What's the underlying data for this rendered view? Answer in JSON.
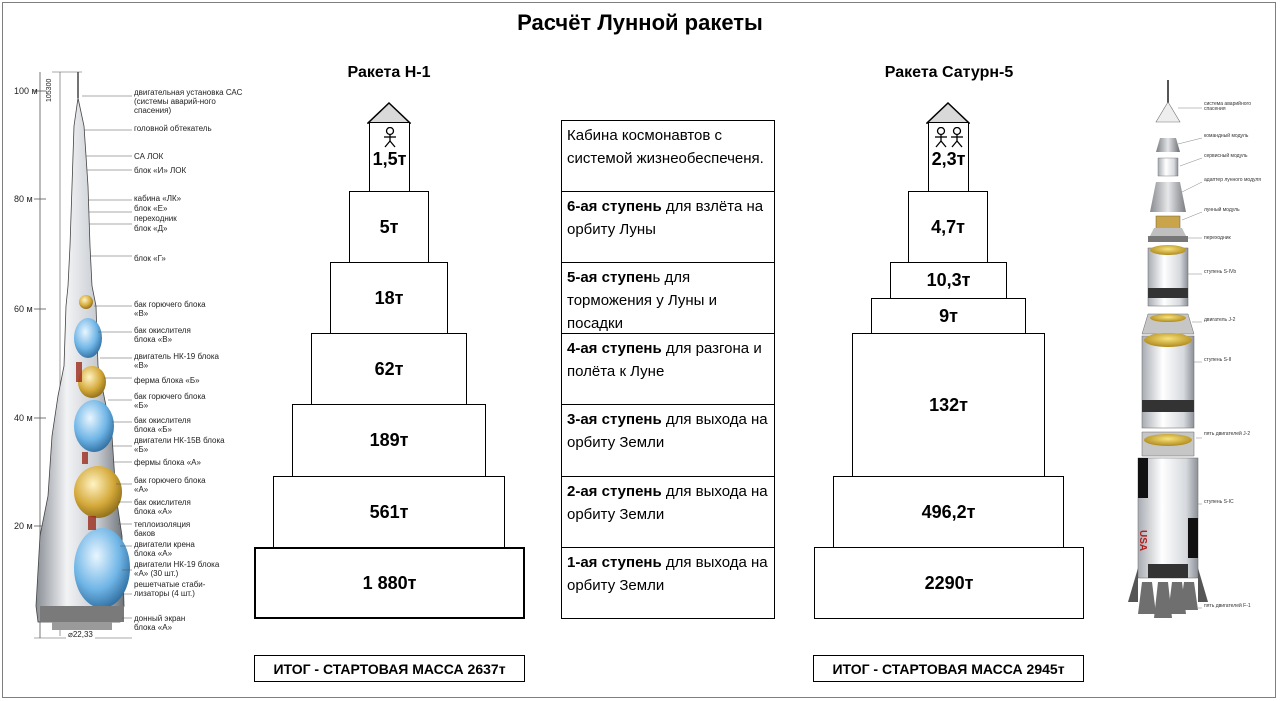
{
  "title": "Расчёт Лунной ракеты",
  "rocket_n1": {
    "name": "Ракета Н-1",
    "stages": [
      "1,5т",
      "5т",
      "18т",
      "62т",
      "189т",
      "561т",
      "1 880т"
    ],
    "total": "ИТОГ - СТАРТОВАЯ МАССА 2637т"
  },
  "rocket_saturn": {
    "name": "Ракета Сатурн-5",
    "stages": [
      "2,3т",
      "4,7т",
      "10,3т",
      "9т",
      "132т",
      "496,2т",
      "2290т"
    ],
    "total": "ИТОГ - СТАРТОВАЯ МАССА 2945т"
  },
  "descriptions": [
    {
      "bold": "",
      "text": "Кабина космонавтов с системой жизнеобеспеченя."
    },
    {
      "bold": "6-ая ступень",
      "text": " для взлёта на орбиту Луны"
    },
    {
      "bold": "5-ая ступен",
      "text": "ь для торможения у Луны и посадки"
    },
    {
      "bold": "4-ая ступень",
      "text": " для разгона и полёта к Луне"
    },
    {
      "bold": "3-ая ступень",
      "text": " для выхода на орбиту Земли"
    },
    {
      "bold": "2-ая ступень",
      "text": " для выхода на орбиту Земли"
    },
    {
      "bold": "1-ая ступень",
      "text": " для выхода на орбиту Земли"
    }
  ],
  "n1_illustration": {
    "height_ticks": [
      "100 м",
      "80 м",
      "60 м",
      "40 м",
      "20 м"
    ],
    "top_dim": "105300",
    "bottom_dim": "⌀22,33",
    "labels": [
      "двигательная установка САС (системы аварий-ного спасения)",
      "головной обтекатель",
      "СА ЛОК",
      "блок «И» ЛОК",
      "кабина «ЛК»",
      "блок «Е»",
      "переходник",
      "блок «Д»",
      "блок «Г»",
      "бак горючего блока «В»",
      "бак окислителя блока «В»",
      "двигатель НК-19 блока «В»",
      "ферма блока «Б»",
      "бак горючего блока «Б»",
      "бак окислителя блока «Б»",
      "двигатели НК-15В блока «Б»",
      "фермы блока «А»",
      "бак горючего блока «А»",
      "бак окислителя блока «А»",
      "теплоизоляция баков",
      "двигатели крена блока «А»",
      "двигатели НК-19 блока «А» (30 шт.)",
      "решетчатые стаби-лизаторы (4 шт.)",
      "донный экран блока «А»"
    ]
  },
  "saturn_illustration": {
    "labels": [
      "система аварийного спасения",
      "командный модуль",
      "сервисный модуль",
      "адаптер лунного модуля",
      "лунный модуль",
      "переходник",
      "ступень S-IVb",
      "двигатель J-2",
      "ступень S-II",
      "пять двигателей J-2",
      "ступень S-IC",
      "пять двигателей F-1"
    ],
    "usa_mark": "USA"
  }
}
